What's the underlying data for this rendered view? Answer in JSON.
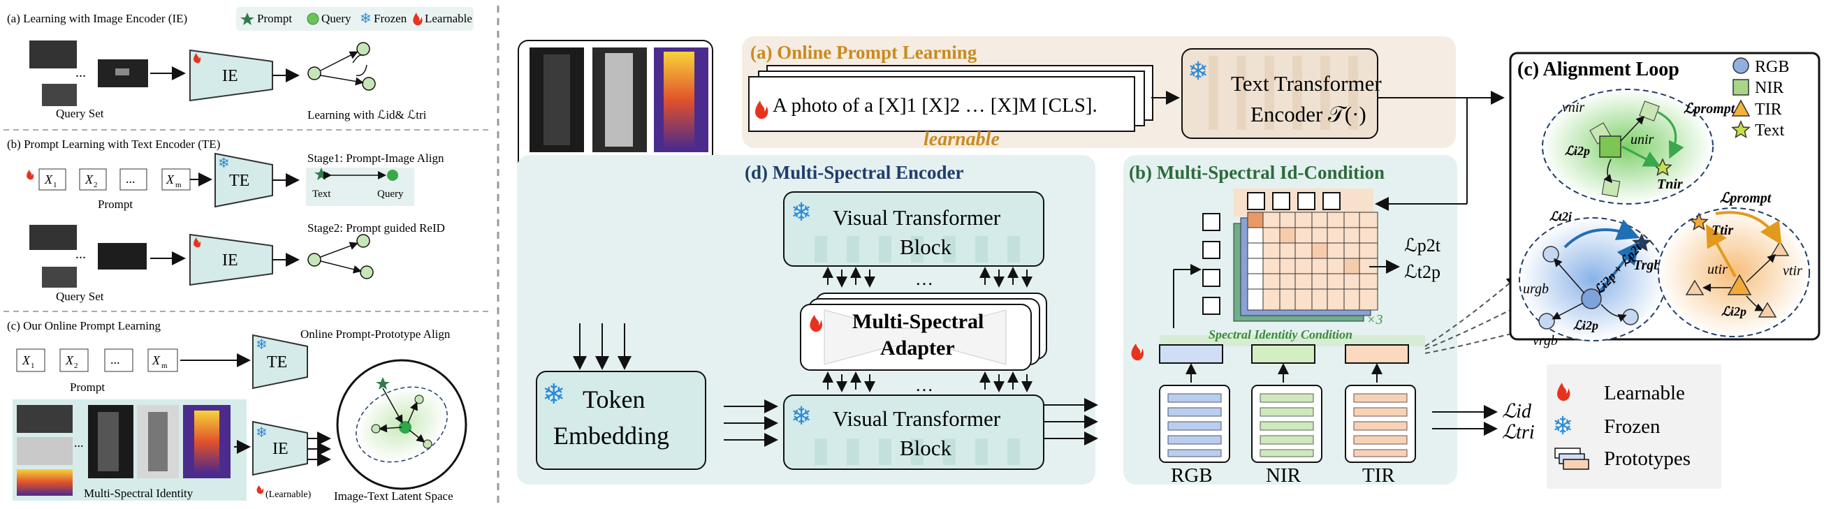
{
  "left": {
    "a_title": "(a) Learning with Image Encoder (IE)",
    "legend_prompt": "Prompt",
    "legend_query": "Query",
    "legend_frozen": "Frozen",
    "legend_learnable": "Learnable",
    "query_set": "Query Set",
    "ie": "IE",
    "learning_with": "Learning with ℒid& ℒtri",
    "b_title": "(b) Prompt Learning with Text Encoder (TE)",
    "te": "TE",
    "prompt": "Prompt",
    "stage1": "Stage1: Prompt-Image Align",
    "text": "Text",
    "query": "Query",
    "stage2": "Stage2: Prompt guided ReID",
    "c_title": "(c) Our Online Prompt Learning",
    "online_align": "Online Prompt-Prototype Align",
    "multi_identity": "Multi-Spectral Identity",
    "learnable_small": "(Learnable)",
    "latent_space": "Image-Text Latent Space",
    "tokens": [
      "X1",
      "X2",
      "...",
      "Xm"
    ],
    "dots": "..."
  },
  "center": {
    "a_title": "(a) Online Prompt Learning",
    "prompt_text": "A photo of a [X]1 [X]2 … [X]M [CLS].",
    "learnable": "learnable",
    "text_encoder_line1": "Text Transformer",
    "text_encoder_line2": "Encoder 𝒯(·)",
    "d_title": "(d) Multi-Spectral Encoder",
    "vtb_line1": "Visual Transformer",
    "vtb_line2": "Block",
    "adapter_line1": "Multi-Spectral",
    "adapter_line2": "Adapter",
    "token_line1": "Token",
    "token_line2": "Embedding",
    "b_title": "(b) Multi-Spectral Id-Condition",
    "loss_p2t": "ℒp2t",
    "loss_t2p": "ℒt2p",
    "x3": "×3",
    "condition_label": "Spectral Identitiy Condition",
    "rgb": "RGB",
    "nir": "NIR",
    "tir": "TIR",
    "loss_id": "ℒid",
    "loss_tri": "ℒtri",
    "ellipsis": "…",
    "vdots": "⋮"
  },
  "right": {
    "c_title": "(c) Alignment Loop",
    "legend_rgb": "RGB",
    "legend_nir": "NIR",
    "legend_tir": "TIR",
    "legend_text": "Text",
    "v_nir": "vnir",
    "u_nir": "unir",
    "t_nir": "Tnir",
    "l_prompt_1": "ℒprompt",
    "l_i2p_1": "ℒi2p",
    "l_t2i": "ℒt2i",
    "l_prompt_2": "ℒprompt",
    "t_tir": "Ttir",
    "u_tir": "utir",
    "v_tir": "vtir",
    "l_i2p_2": "ℒi2p",
    "t_rgb": "Trgb",
    "u_rgb": "urgb",
    "v_rgb": "vrgb",
    "l_i2p_3": "ℒi2p",
    "l_rgb_pair": "ℒi2p + ℒp2t",
    "legend_learnable": "Learnable",
    "legend_frozen": "Frozen",
    "legend_prototypes": "Prototypes"
  },
  "colors": {
    "panel_teal": "#e4f1f0",
    "panel_beige": "#f5ece3",
    "teal_box": "#d4ebe9",
    "gold": "#c98a1e",
    "navy": "#1f3d6b",
    "green_title": "#2d6b3a",
    "rgb_blue": "#8fb0e0",
    "nir_green": "#a8d58a",
    "tir_orange": "#f5b98c",
    "star_green": "#2f7d4a"
  }
}
